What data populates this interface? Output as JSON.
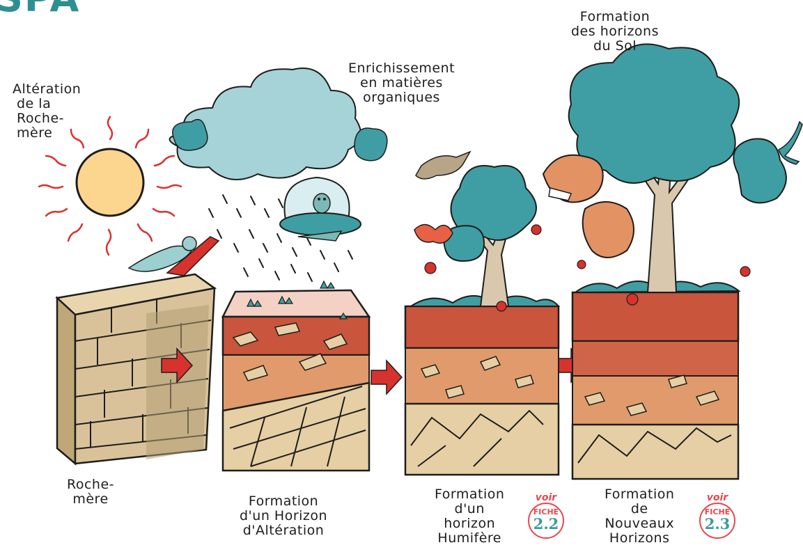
{
  "header": {
    "partial_title": "SPA"
  },
  "stages": {
    "stage1": {
      "top_lines": [
        "Altération",
        "de la",
        "Roche-",
        "mère"
      ],
      "bottom_lines": [
        "Roche-",
        "mère"
      ]
    },
    "stage2": {
      "bottom_lines": [
        "Formation",
        "d'un Horizon",
        "d'Altération"
      ]
    },
    "stage3": {
      "top_lines": [
        "Enrichissement",
        "en matières",
        "organiques"
      ],
      "bottom_lines": [
        "Formation",
        "d'un",
        "horizon",
        "Humifère"
      ]
    },
    "stage4": {
      "top_lines": [
        "Formation",
        "des horizons",
        "du Sol"
      ],
      "bottom_lines": [
        "Formation",
        "de",
        "Nouveaux",
        "Horizons"
      ]
    }
  },
  "references": [
    {
      "word": "voir",
      "label": "FICHE",
      "number": "2.2"
    },
    {
      "word": "voir",
      "label": "FICHE",
      "number": "2.3"
    }
  ],
  "colors": {
    "accent_red": "#e8474c",
    "accent_teal": "#3a9a9c",
    "rock": "#d9c29a",
    "soil_red": "#c9553c",
    "soil_orange": "#e09a6b",
    "foliage": "#3f9ea3"
  }
}
